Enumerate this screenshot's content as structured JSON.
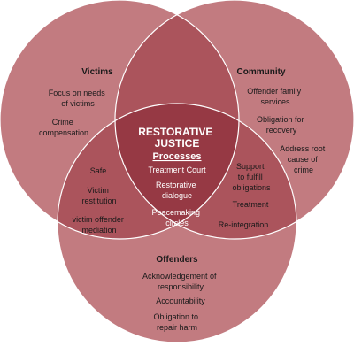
{
  "colors": {
    "circle_fill": "#c27b80",
    "pair_overlap": "#ab545c",
    "center_overlap": "#963944",
    "edge": "#ffffff",
    "text_dark": "#1a1a1a",
    "text_light": "#ffffff"
  },
  "victims": {
    "title": "Victims",
    "items": [
      [
        "Focus on needs",
        "of victims"
      ],
      [
        "Crime",
        "compensation"
      ]
    ]
  },
  "community": {
    "title": "Community",
    "items": [
      [
        "Offender family",
        "services"
      ],
      [
        "Obligation for",
        "recovery"
      ],
      [
        "Address root",
        "cause of",
        "crime"
      ]
    ]
  },
  "offenders": {
    "title": "Offenders",
    "items": [
      [
        "Acknowledgement of",
        "responsibility"
      ],
      [
        "Accountability"
      ],
      [
        "Obligation to",
        "repair harm"
      ]
    ]
  },
  "victims_offenders": {
    "items": [
      [
        "Safe"
      ],
      [
        "Victim",
        "restitution"
      ],
      [
        "victim offender",
        "mediation"
      ]
    ]
  },
  "community_offenders": {
    "items": [
      [
        "Support",
        "to fulfill",
        "obligations"
      ],
      [
        "Treatment"
      ],
      [
        "Re-integration"
      ]
    ]
  },
  "center": {
    "title_lines": [
      "RESTORATIVE",
      "JUSTICE"
    ],
    "subtitle": "Processes",
    "items": [
      [
        "Treatment Court"
      ],
      [
        "Restorative",
        "dialogue"
      ],
      [
        "Peacemaking",
        "circles"
      ]
    ]
  }
}
